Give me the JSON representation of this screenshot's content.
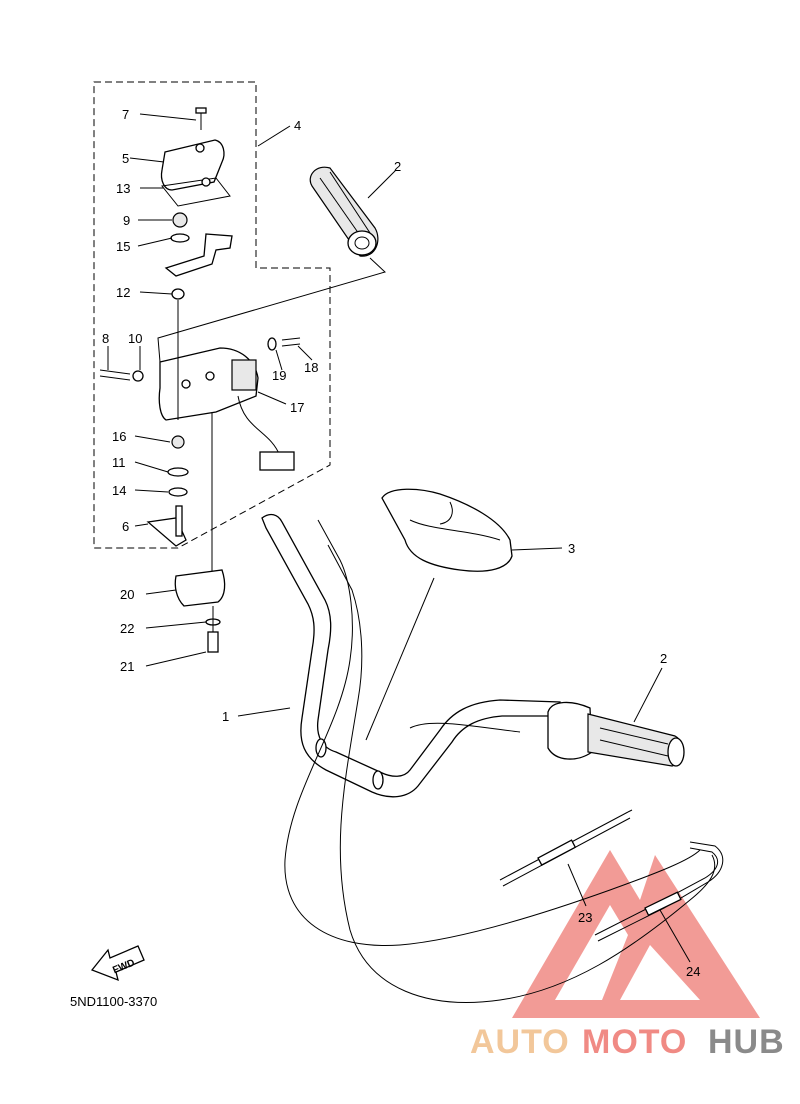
{
  "diagram": {
    "part_labels": {
      "p1": "1",
      "p2a": "2",
      "p2b": "2",
      "p3": "3",
      "p4": "4",
      "p5": "5",
      "p6": "6",
      "p7": "7",
      "p8": "8",
      "p9": "9",
      "p10": "10",
      "p11": "11",
      "p12": "12",
      "p13": "13",
      "p14": "14",
      "p15": "15",
      "p16": "16",
      "p17": "17",
      "p18": "18",
      "p19": "19",
      "p20": "20",
      "p21": "21",
      "p22": "22",
      "p23": "23",
      "p24": "24"
    },
    "fwd_label": "FWD",
    "diagram_code": "5ND1100-3370"
  },
  "watermark": {
    "part1": "AUTO",
    "part2": "MOTO",
    "part3": "HUB",
    "colors": {
      "auto": "#f2c79a",
      "moto": "#f08a84",
      "hub": "#8a8a8a",
      "triangle": "#f08a84"
    }
  }
}
